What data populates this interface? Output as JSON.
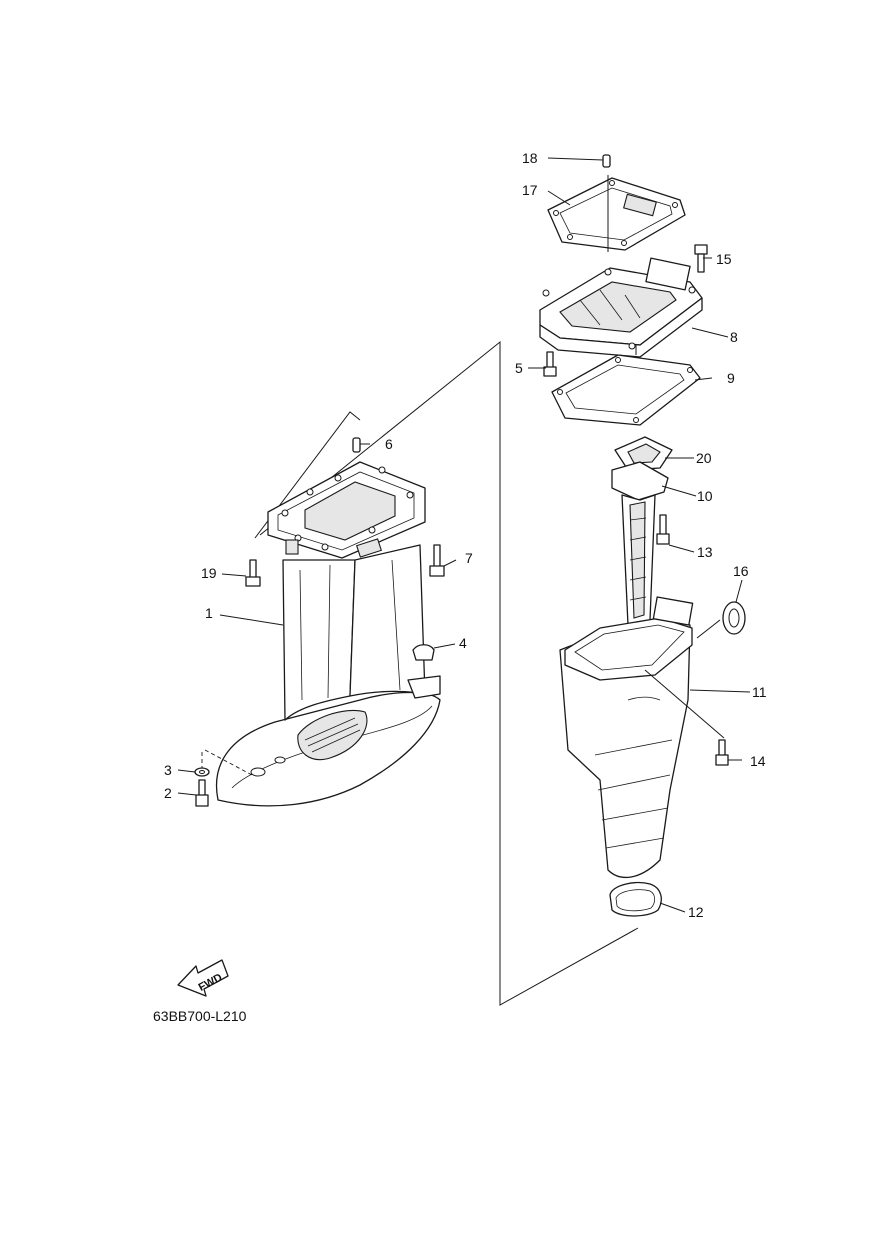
{
  "diagram": {
    "reference_code": "63BB700-L210",
    "fwd_label": "FWD",
    "callouts": [
      {
        "id": "1",
        "text": "1"
      },
      {
        "id": "2",
        "text": "2"
      },
      {
        "id": "3",
        "text": "3"
      },
      {
        "id": "4",
        "text": "4"
      },
      {
        "id": "5",
        "text": "5"
      },
      {
        "id": "6",
        "text": "6"
      },
      {
        "id": "7",
        "text": "7"
      },
      {
        "id": "8",
        "text": "8"
      },
      {
        "id": "9",
        "text": "9"
      },
      {
        "id": "10",
        "text": "10"
      },
      {
        "id": "11",
        "text": "11"
      },
      {
        "id": "12",
        "text": "12"
      },
      {
        "id": "13",
        "text": "13"
      },
      {
        "id": "14",
        "text": "14"
      },
      {
        "id": "15",
        "text": "15"
      },
      {
        "id": "16",
        "text": "16"
      },
      {
        "id": "17",
        "text": "17"
      },
      {
        "id": "18",
        "text": "18"
      },
      {
        "id": "19",
        "text": "19"
      },
      {
        "id": "20",
        "text": "20"
      }
    ]
  }
}
